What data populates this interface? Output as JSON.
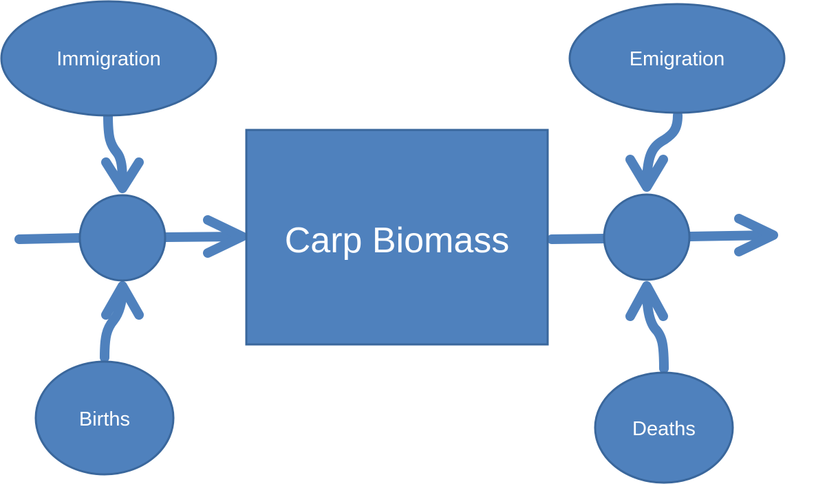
{
  "colors": {
    "fill": "#4F81BD",
    "stroke": "#3A679C",
    "arrow": "#4F81BD",
    "text": "#FFFFFF",
    "background": "#FFFFFF"
  },
  "nodes": {
    "immigration": {
      "label": "Immigration"
    },
    "emigration": {
      "label": "Emigration"
    },
    "births": {
      "label": "Births"
    },
    "deaths": {
      "label": "Deaths"
    },
    "stock": {
      "label": "Carp Biomass"
    }
  }
}
